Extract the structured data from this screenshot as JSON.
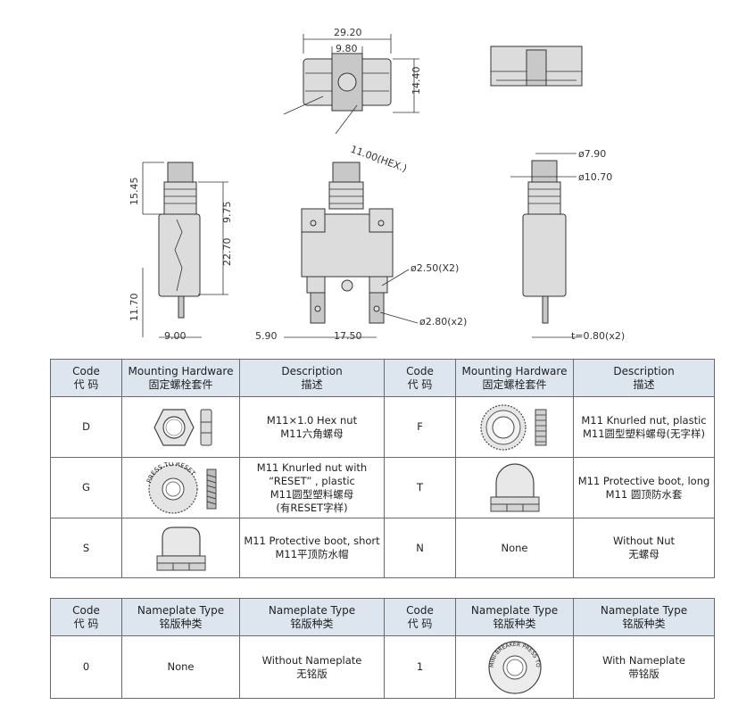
{
  "dimensions": {
    "d1": "29.20",
    "d2": "9.80",
    "d3": "14.40",
    "d4": "11.00(HEX.)",
    "d5": "15.45",
    "d6": "9.75",
    "d7": "22.70",
    "d8": "11.70",
    "d9": "9.00",
    "d10": "ø2.50(X2)",
    "d11": "ø2.80(x2)",
    "d12": "5.90",
    "d13": "17.50",
    "d14": "ø7.90",
    "d15": "ø10.70",
    "d16": "t=0.80(x2)"
  },
  "hardware_table": {
    "headers": [
      "Code\n代 码",
      "Mounting Hardware\n固定螺栓套件",
      "Description\n描述",
      "Code\n代 码",
      "Mounting Hardware\n固定螺栓套件",
      "Description\n描述"
    ],
    "rows": [
      {
        "code_l": "D",
        "icon_l": "hex-nut",
        "desc_l": "M11×1.0 Hex nut\nM11六角螺母",
        "code_r": "F",
        "icon_r": "knurled-plastic-nut",
        "desc_r": "M11 Knurled nut, plastic\nM11圆型塑料螺母(无字样)"
      },
      {
        "code_l": "G",
        "icon_l": "reset-knurled-nut",
        "desc_l": "M11 Knurled nut with\n“RESET” , plastic\nM11圆型塑料螺母\n(有RESET字样)",
        "code_r": "T",
        "icon_r": "protective-boot-long",
        "desc_r": "M11 Protective boot, long\nM11 圆顶防水套"
      },
      {
        "code_l": "S",
        "icon_l": "protective-boot-short",
        "desc_l": "M11 Protective boot, short\nM11平顶防水帽",
        "code_r": "N",
        "hw_r_text": "None",
        "desc_r": "Without Nut\n无螺母"
      }
    ]
  },
  "nameplate_table": {
    "headers": [
      "Code\n代 码",
      "Nameplate Type\n铭版种类",
      "Nameplate Type\n铭版种类",
      "Code\n代 码",
      "Nameplate Type\n铭版种类",
      "Nameplate Type\n铭版种类"
    ],
    "rows": [
      {
        "code_l": "0",
        "type_l": "None",
        "desc_l": "Without Nameplate\n无铭版",
        "code_r": "1",
        "icon_r": "nameplate-ring",
        "desc_r": "With Nameplate\n带铭版"
      }
    ]
  },
  "icon_text": {
    "reset_ring": "PRESS TO RESET",
    "nameplate_ring": "MINI-BREAKER PRESS TO RESET"
  }
}
